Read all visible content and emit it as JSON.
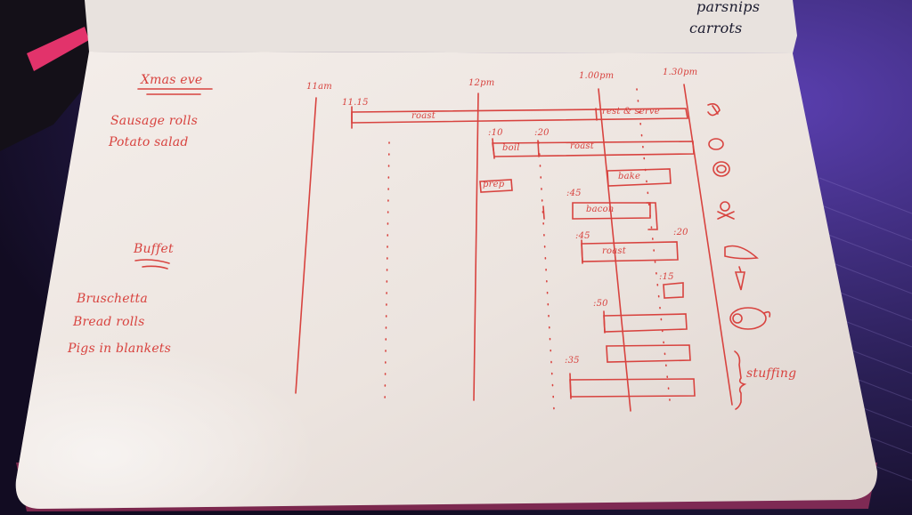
{
  "top_note": {
    "line1": "parsnips",
    "line2": "carrots"
  },
  "sections": {
    "xmas_eve": {
      "heading": "Xmas eve",
      "items": [
        "Sausage rolls",
        "Potato salad"
      ]
    },
    "buffet": {
      "heading": "Buffet",
      "items": [
        "Bruschetta",
        "Bread rolls",
        "Pigs in blankets"
      ]
    }
  },
  "timeline": {
    "time_labels": [
      "11am",
      "12pm",
      "1.00pm",
      "1.30pm"
    ],
    "bars": [
      {
        "start_label": "11.15",
        "labels": [
          "roast",
          "rest & serve"
        ]
      },
      {
        "start_label": ":10",
        "mid_label": ":20",
        "labels": [
          "boil",
          "roast"
        ]
      },
      {
        "labels": [
          "prep"
        ]
      },
      {
        "labels": [
          "bake"
        ]
      },
      {
        "start_label": ":45",
        "labels": [
          "bacon"
        ]
      },
      {
        "start_label": ":45",
        "end_label": ":20",
        "labels": [
          "roast"
        ]
      },
      {
        "start_label": ":15",
        "labels": []
      },
      {
        "start_label": ":50",
        "labels": []
      },
      {
        "labels": []
      },
      {
        "start_label": ":35",
        "labels": []
      }
    ],
    "bracket_label": "stuffing"
  },
  "colors": {
    "ink": "#d8433f",
    "paper": "#efe9e4",
    "background": "#2a1f4a"
  }
}
